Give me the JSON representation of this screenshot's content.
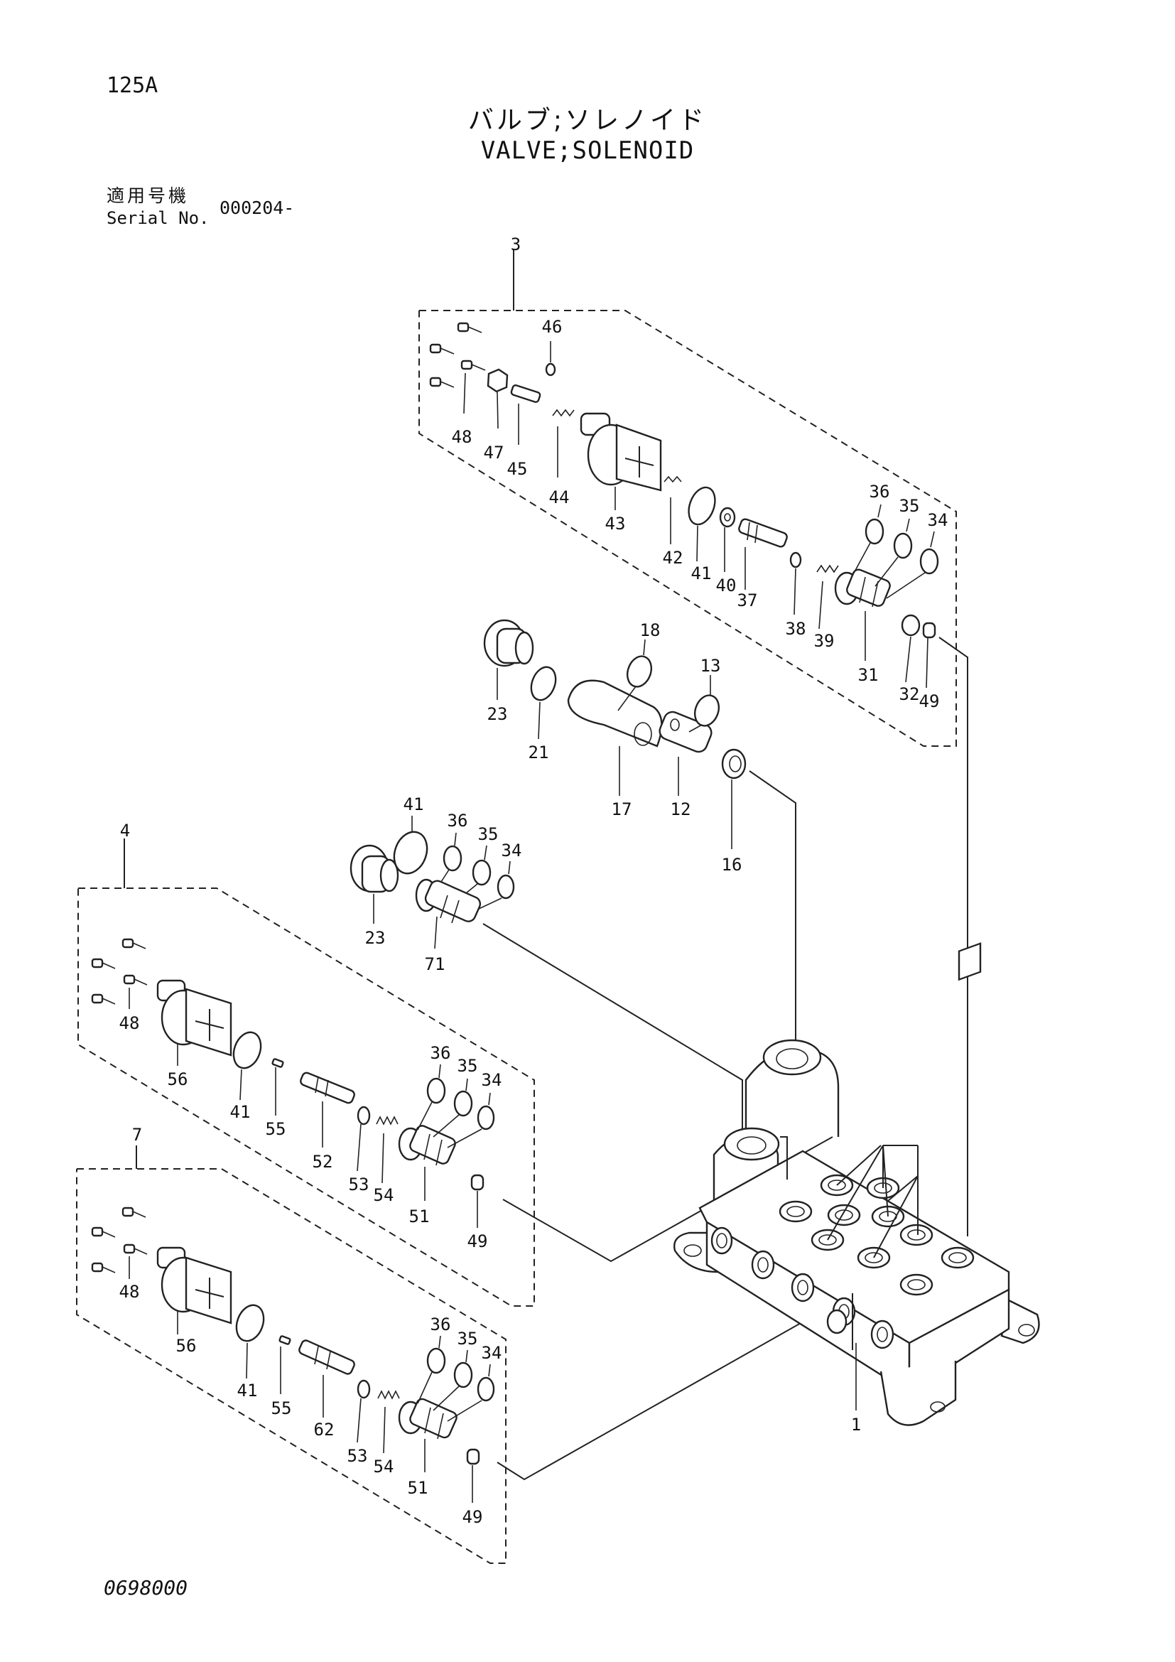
{
  "header": {
    "page_number": "125A",
    "title_jp": "バルブ;ソレノイド",
    "title_en": "VALVE;SOLENOID",
    "serial_label_jp": "適用号機",
    "serial_label_en": "Serial No.",
    "serial_value": "000204-"
  },
  "footer": {
    "drawing_number": "0698000"
  },
  "callouts": {
    "group3": [
      "3",
      "46",
      "48",
      "47",
      "45",
      "44",
      "43",
      "42",
      "41",
      "40",
      "37",
      "38",
      "39",
      "31",
      "36",
      "35",
      "34",
      "32",
      "49"
    ],
    "middle": [
      "18",
      "13",
      "23",
      "21",
      "17",
      "12",
      "16",
      "41",
      "36",
      "35",
      "34",
      "23",
      "71"
    ],
    "group4": [
      "4",
      "48",
      "56",
      "41",
      "55",
      "52",
      "53",
      "54",
      "51",
      "36",
      "35",
      "34",
      "49"
    ],
    "group7": [
      "7",
      "48",
      "56",
      "41",
      "55",
      "62",
      "53",
      "54",
      "51",
      "36",
      "35",
      "34",
      "49"
    ],
    "body": [
      "1"
    ]
  }
}
